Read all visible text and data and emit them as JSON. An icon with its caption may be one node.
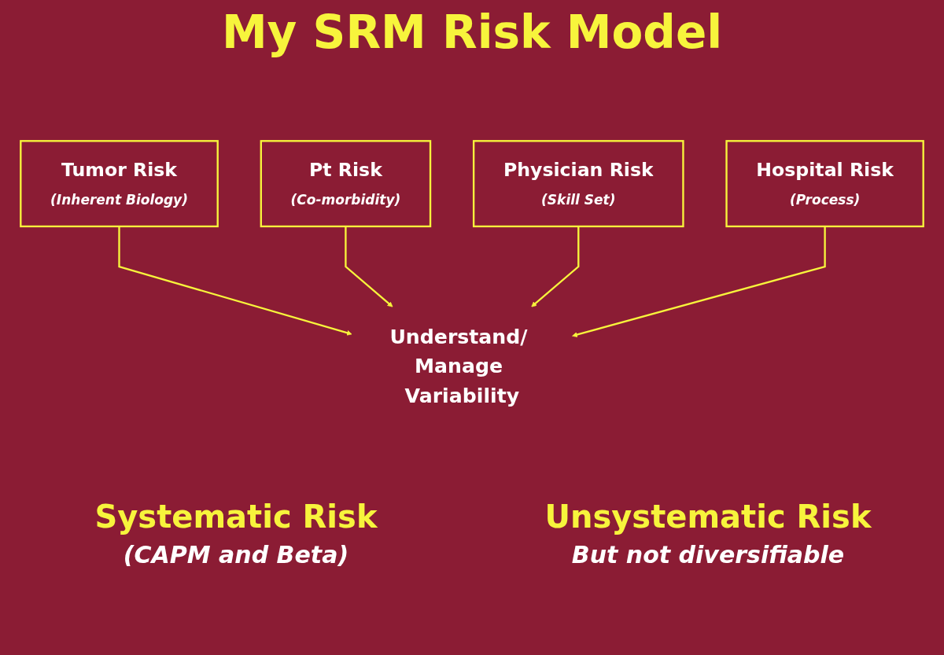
{
  "diagram": {
    "title": "My SRM Risk Model",
    "nodes": [
      {
        "text": [
          "Tumor Risk",
          "(Inherent Biology)"
        ]
      },
      {
        "text": [
          "Pt Risk",
          "(Co-morbidity)"
        ]
      },
      {
        "text": [
          "Understand/ Manage Variability"
        ]
      },
      {
        "text": [
          "Physician Risk",
          "(Skill Set)"
        ]
      },
      {
        "text": [
          "Hospital Risk",
          "(Process)"
        ]
      }
    ],
    "edges": [
      {
        "from": 0,
        "to": 2,
        "arrow": "to"
      },
      {
        "from": 1,
        "to": 2,
        "arrow": "to"
      },
      {
        "from": 3,
        "to": 2,
        "arrow": "to"
      },
      {
        "from": 4,
        "to": 2,
        "arrow": "to"
      }
    ],
    "labels": [
      "Systematic Risk",
      "(CAPM and Beta)",
      "Unsystematic Risk",
      "But not diversifiable"
    ]
  }
}
